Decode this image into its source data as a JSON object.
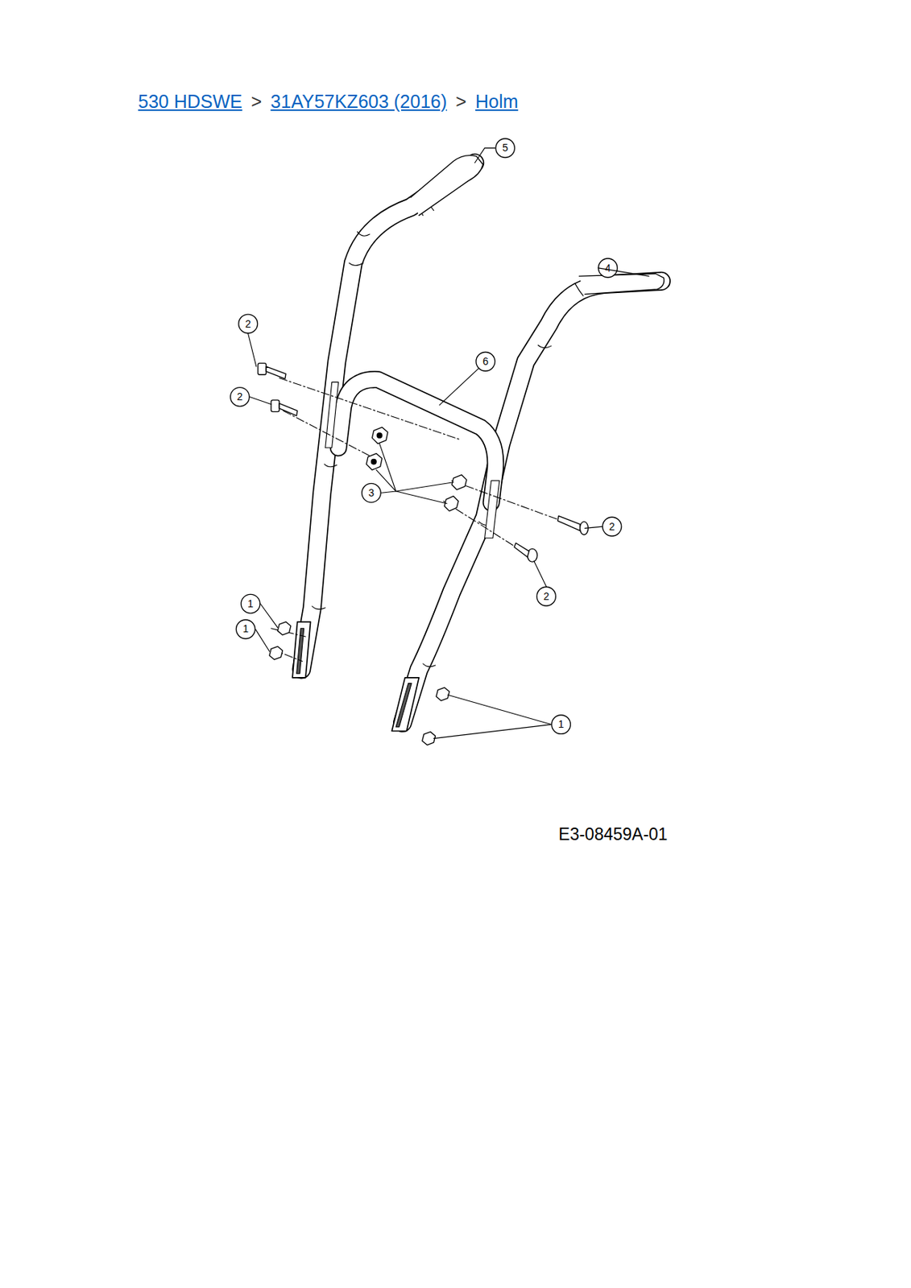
{
  "diagram": {
    "labels": [
      "530 HDSWE",
      ">",
      "31AY57KZ603 (2016)",
      ">",
      "Holm",
      "5",
      "4",
      "2",
      "2",
      "6",
      "3",
      "2",
      "2",
      "1",
      "1",
      "1",
      "E3-08459A-01"
    ]
  }
}
